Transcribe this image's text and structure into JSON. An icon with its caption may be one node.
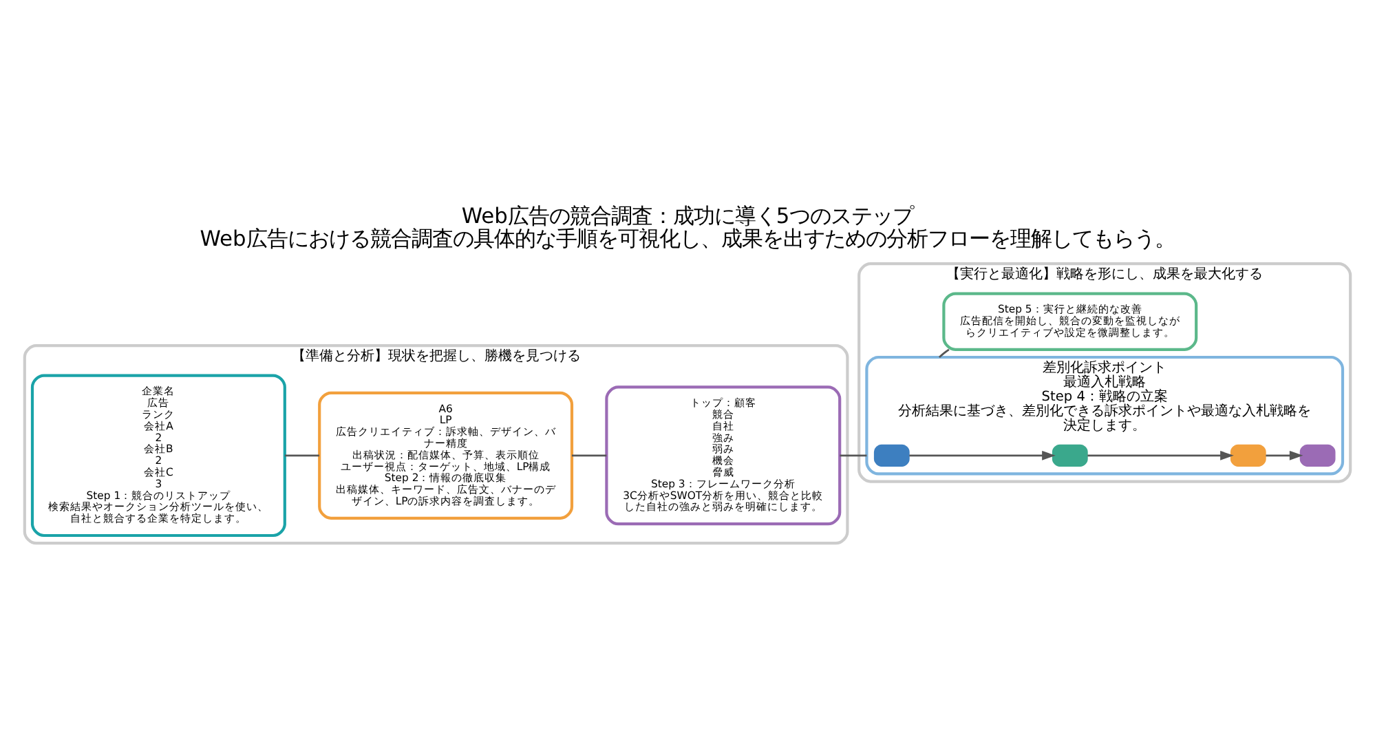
{
  "diagram": {
    "title": "Web広告の競合調査：成功に導く5つのステップ",
    "caption": "Web広告における競合調査の具体的な手順を可視化し、成果を出すための分析フローを理解してもらう。",
    "nodes": [
      {
        "text": [
          "【準備と分析】現状を把握し、勝機を見つける"
        ]
      },
      {
        "text": [
          "企業名",
          "広告",
          "ランク",
          "会社A",
          "2",
          "会社B",
          "2",
          "会社C",
          "3",
          "Step 1：競合のリストアップ",
          "検索結果やオークション分析ツールを使い、自社と競合する企業を特定します。"
        ],
        "in": 0
      },
      {
        "text": [
          "A6",
          "LP",
          "広告クリエイティブ：訴求軸、デザイン、バナー精度",
          "出稿状況：配信媒体、予算、表示順位",
          "ユーザー視点：ターゲット、地域、LP構成",
          "Step 2：情報の徹底収集",
          "出稿媒体、キーワード、広告文、バナーのデザイン、LPの訴求内容を調査します。"
        ],
        "in": 0
      },
      {
        "text": [
          "トップ：顧客",
          "競合",
          "自社",
          "強み",
          "弱み",
          "機会",
          "脅威",
          "Step 3：フレームワーク分析",
          "3C分析やSWOT分析を用い、競合と比較した自社の強みと弱みを明確にします。"
        ],
        "in": 0
      },
      {
        "text": [
          "【実行と最適化】戦略を形にし、成果を最大化する"
        ]
      },
      {
        "text": [
          "差別化訴求ポイント",
          "最適入札戦略",
          "Step 4：戦略の立案",
          "分析結果に基づき、差別化できる訴求ポイントや最適な入札戦略を決定します。"
        ],
        "in": 4
      },
      {
        "text": [],
        "shape": "box",
        "in": 5
      },
      {
        "text": [],
        "shape": "box",
        "in": 5
      },
      {
        "text": [],
        "shape": "box",
        "in": 5
      },
      {
        "text": [],
        "shape": "box",
        "in": 5
      },
      {
        "text": [
          "Step 5：実行と継続的な改善",
          "広告配信を開始し、競合の変動を監視しながらクリエイティブや設定を微調整します。"
        ],
        "in": 4
      }
    ],
    "edges": [
      {
        "from": 1,
        "to": 2,
        "arrow": "none"
      },
      {
        "from": 2,
        "to": 3,
        "arrow": "none"
      },
      {
        "from": 3,
        "to": 5,
        "arrow": "none"
      },
      {
        "from": 5,
        "to": 10,
        "arrow": "none"
      },
      {
        "from": 6,
        "to": 7,
        "arrow": "to"
      },
      {
        "from": 7,
        "to": 8,
        "arrow": "to"
      },
      {
        "from": 8,
        "to": 9,
        "arrow": "to"
      }
    ]
  }
}
